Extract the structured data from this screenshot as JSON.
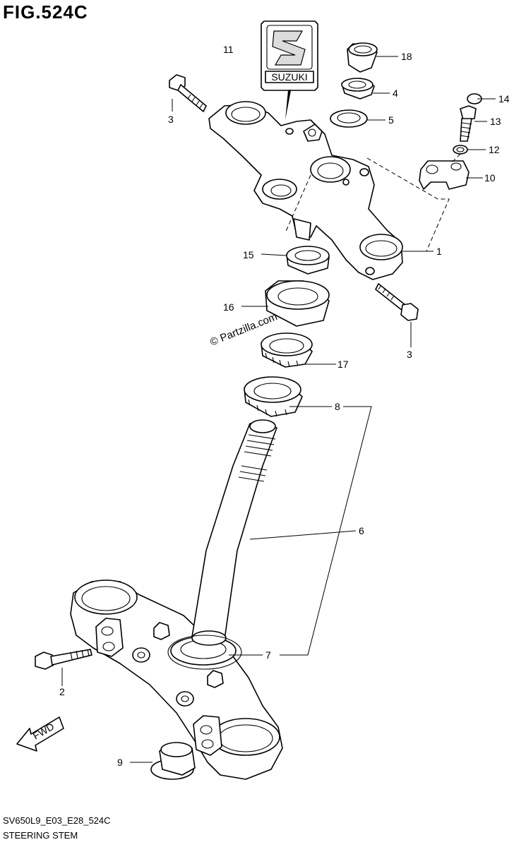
{
  "figure": {
    "title": "FIG.524C",
    "code": "SV650L9_E03_E28_524C",
    "name": "STEERING STEM"
  },
  "watermark": "© Partzilla.com",
  "emblem_text": "SUZUKI",
  "direction_label": "FWD",
  "callouts": [
    {
      "id": "c1",
      "label": "1"
    },
    {
      "id": "c2",
      "label": "2"
    },
    {
      "id": "c3a",
      "label": "3"
    },
    {
      "id": "c3b",
      "label": "3"
    },
    {
      "id": "c4",
      "label": "4"
    },
    {
      "id": "c5",
      "label": "5"
    },
    {
      "id": "c6",
      "label": "6"
    },
    {
      "id": "c7",
      "label": "7"
    },
    {
      "id": "c8",
      "label": "8"
    },
    {
      "id": "c9",
      "label": "9"
    },
    {
      "id": "c10",
      "label": "10"
    },
    {
      "id": "c11",
      "label": "11"
    },
    {
      "id": "c12",
      "label": "12"
    },
    {
      "id": "c13",
      "label": "13"
    },
    {
      "id": "c14",
      "label": "14"
    },
    {
      "id": "c15",
      "label": "15"
    },
    {
      "id": "c16",
      "label": "16"
    },
    {
      "id": "c17",
      "label": "17"
    },
    {
      "id": "c18",
      "label": "18"
    }
  ]
}
